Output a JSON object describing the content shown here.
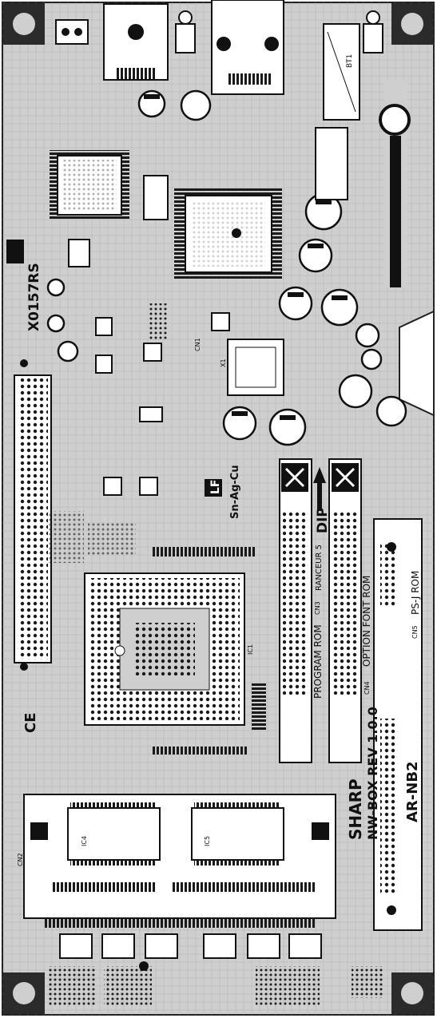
{
  "board": {
    "model_code": "X0157RS",
    "brand": "SHARP",
    "revision": "NW-BOX REV 1.0.0",
    "part": "AR-NB2",
    "ce_mark": "CE",
    "lead_free": "LF",
    "alloy": "Sn-Ag-Cu",
    "dip": "DIP",
    "fancy_label": "RANCEUR 5"
  },
  "labels": {
    "program_rom": "PROGRAM ROM",
    "option_font_rom": "OPTION FONT ROM",
    "psj_rom": "PS-J ROM",
    "x_mark": "X",
    "bt1": "BT1",
    "ic1": "IC1",
    "ic4": "IC4",
    "ic5": "IC5",
    "cn1": "CN1",
    "cn2": "CN2",
    "cn3": "CN3",
    "cn4": "CN4",
    "cn5": "CN5",
    "x1": "X1"
  },
  "colors": {
    "board": "#cfcfcf",
    "silkscreen": "#111111",
    "white": "#ffffff",
    "pad": "#2a2a2a"
  }
}
